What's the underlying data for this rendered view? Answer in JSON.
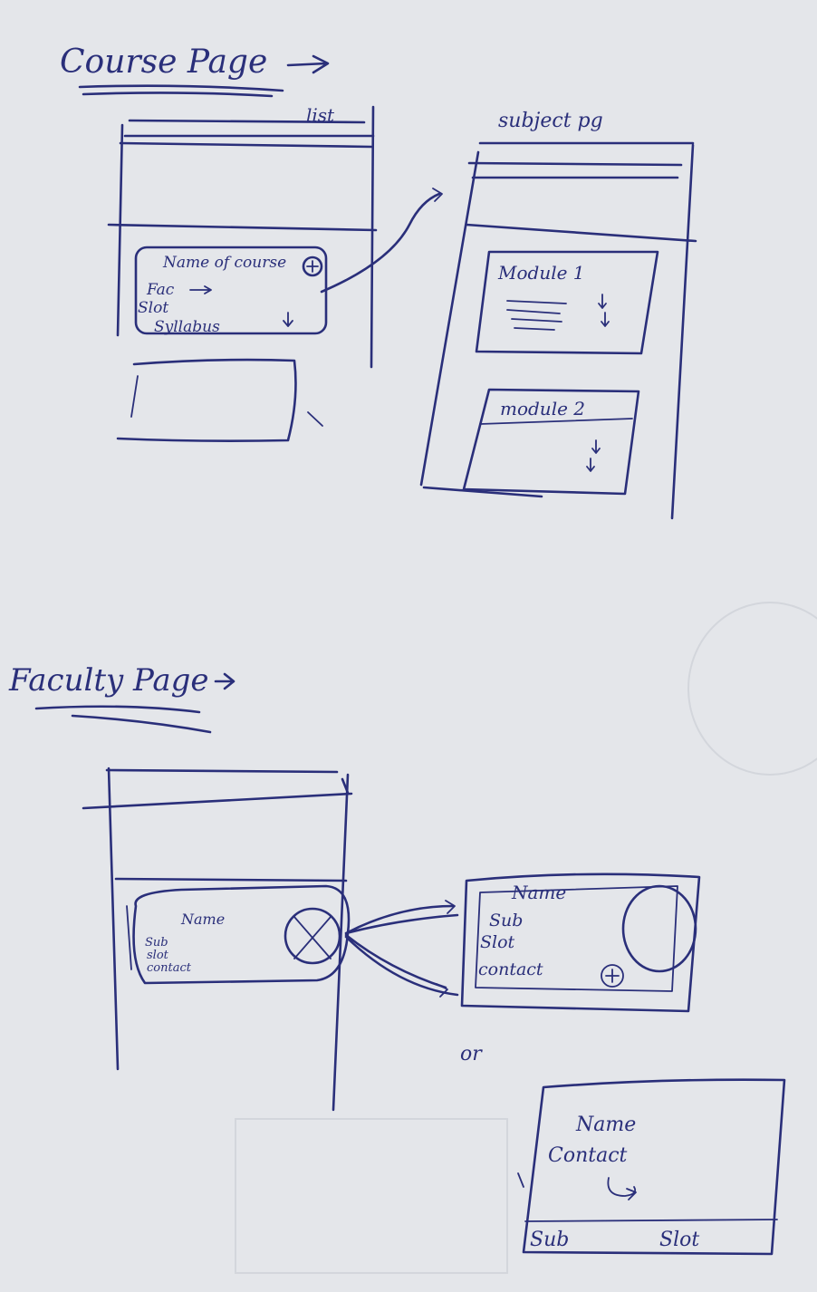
{
  "course_section": {
    "heading": "Course Page",
    "list_label": "list",
    "course_card": {
      "title": "Name of course",
      "lines": [
        "Fac",
        "Slot",
        "Syllabus"
      ]
    },
    "subject_label": "subject pg",
    "modules": [
      "Module 1",
      "module 2"
    ]
  },
  "faculty_section": {
    "heading": "Faculty Page",
    "list_card": {
      "title": "Name",
      "lines": [
        "Sub",
        "slot",
        "contact"
      ]
    },
    "detail_card": {
      "title": "Name",
      "lines": [
        "Sub",
        "Slot",
        "contact"
      ]
    },
    "or_label": "or",
    "alt_card": {
      "title": "Name",
      "contact": "Contact",
      "footer_left": "Sub",
      "footer_right": "Slot"
    }
  },
  "colors": {
    "ink": "#2a2f7a",
    "paper": "#e4e6ea"
  }
}
